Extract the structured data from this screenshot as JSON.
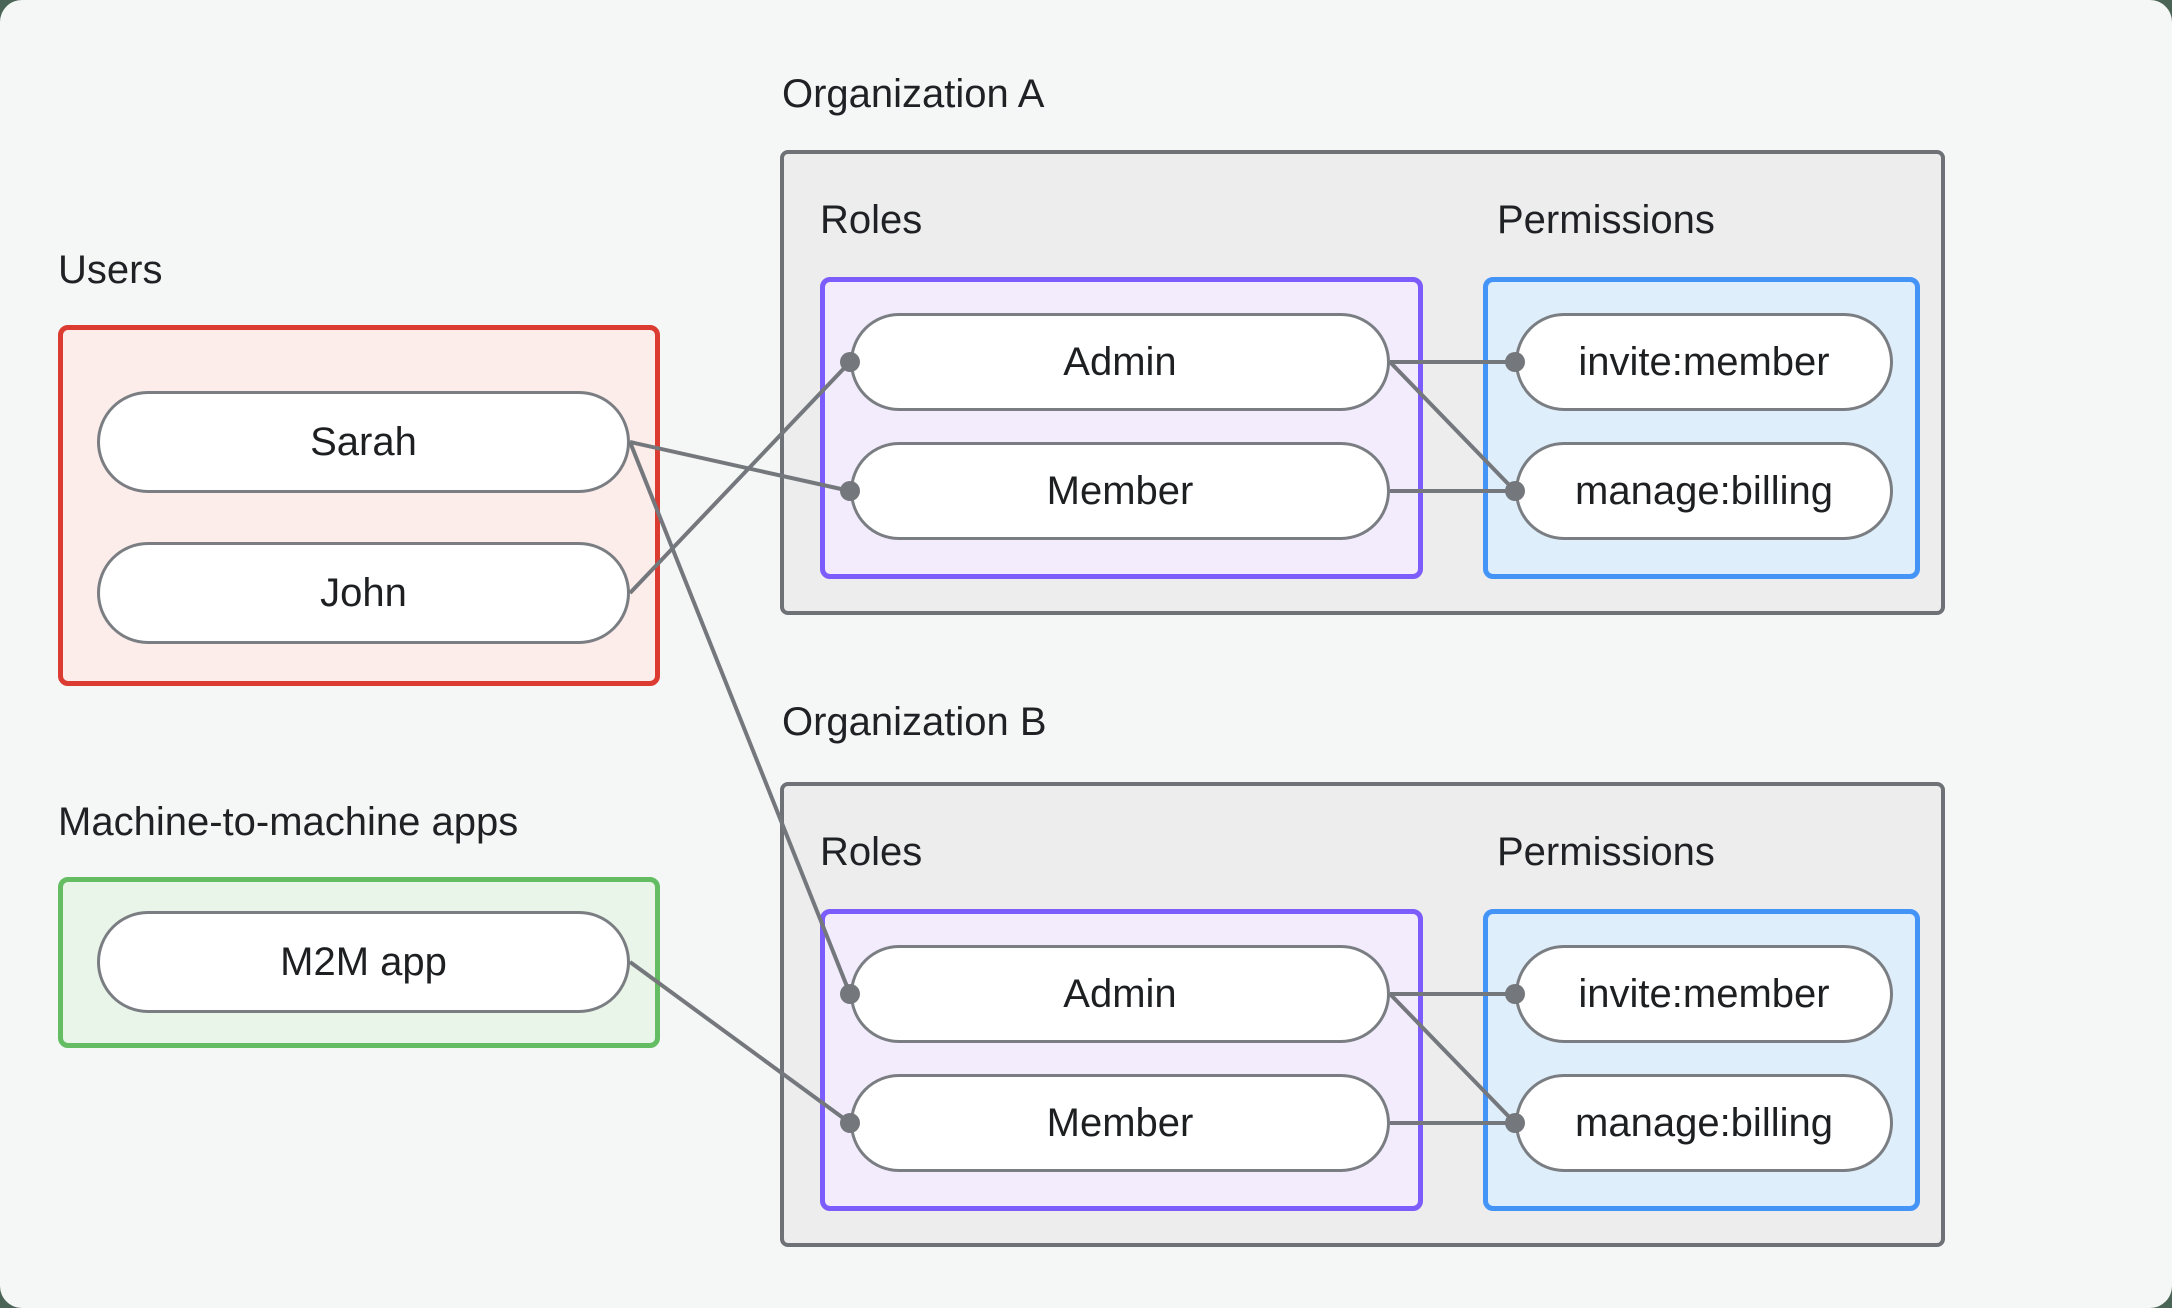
{
  "users_section": {
    "title": "Users",
    "items": [
      {
        "label": "Sarah"
      },
      {
        "label": "John"
      }
    ],
    "border_color": "#dc3b31",
    "fill_color": "#fcecea"
  },
  "m2m_section": {
    "title": "Machine-to-machine apps",
    "items": [
      {
        "label": "M2M app"
      }
    ],
    "border_color": "#64bd63",
    "fill_color": "#e9f5e8"
  },
  "organizations": [
    {
      "title": "Organization A",
      "roles_label": "Roles",
      "permissions_label": "Permissions",
      "roles": [
        {
          "label": "Admin"
        },
        {
          "label": "Member"
        }
      ],
      "permissions": [
        {
          "label": "invite:member"
        },
        {
          "label": "manage:billing"
        }
      ]
    },
    {
      "title": "Organization B",
      "roles_label": "Roles",
      "permissions_label": "Permissions",
      "roles": [
        {
          "label": "Admin"
        },
        {
          "label": "Member"
        }
      ],
      "permissions": [
        {
          "label": "invite:member"
        },
        {
          "label": "manage:billing"
        }
      ]
    }
  ],
  "connections": [
    {
      "from": "Sarah",
      "to": "Organization A / Member"
    },
    {
      "from": "John",
      "to": "Organization A / Admin"
    },
    {
      "from": "Sarah",
      "to": "Organization B / Admin"
    },
    {
      "from": "M2M app",
      "to": "Organization B / Member"
    },
    {
      "from": "Organization A / Admin",
      "to": "Organization A / invite:member"
    },
    {
      "from": "Organization A / Admin",
      "to": "Organization A / manage:billing"
    },
    {
      "from": "Organization A / Member",
      "to": "Organization A / manage:billing"
    },
    {
      "from": "Organization B / Admin",
      "to": "Organization B / invite:member"
    },
    {
      "from": "Organization B / Admin",
      "to": "Organization B / manage:billing"
    },
    {
      "from": "Organization B / Member",
      "to": "Organization B / manage:billing"
    }
  ],
  "colors": {
    "page_behind_card": "#4a6456",
    "card_background": "#f5f7f6",
    "org_box_fill": "#ededee",
    "org_box_border": "#6e7276",
    "roles_border": "#7c5cfa",
    "roles_fill": "#f2ecfd",
    "permissions_border": "#4494f8",
    "permissions_fill": "#dfeefb",
    "pill_border": "#7a7e82",
    "edge_line": "#74787c",
    "text": "#1f2124"
  }
}
